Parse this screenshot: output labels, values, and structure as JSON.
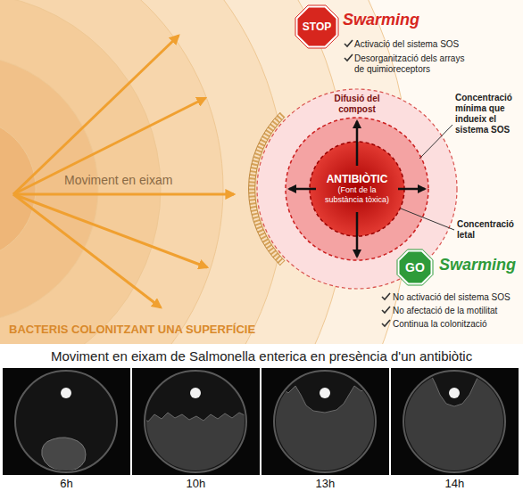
{
  "diagram": {
    "caption": "Moviment en eixam de Salmonella enterica en presència d'un antibiòtic",
    "nodes": [
      {
        "text": [
          "STOP"
        ]
      },
      {
        "text": [
          "ANTIBIÒTIC",
          "(Font de la substància tòxica)"
        ]
      },
      {
        "text": [
          "GO"
        ]
      }
    ],
    "labels": [
      "Swarming",
      "Activació del sistema SOS",
      "Desorganització dels arrays de quimioreceptors",
      "Difusió del compost",
      "Concentració mínima que indueix el sistema SOS",
      "Concentració letal",
      "Swarming",
      "No activació del sistema SOS",
      "No afectació de la motilitat",
      "Continua la colonització",
      "Moviment en eixam",
      "BACTERIS COLONITZANT UNA SUPERFÍCIE",
      "6h",
      "10h",
      "13h",
      "14h"
    ]
  }
}
